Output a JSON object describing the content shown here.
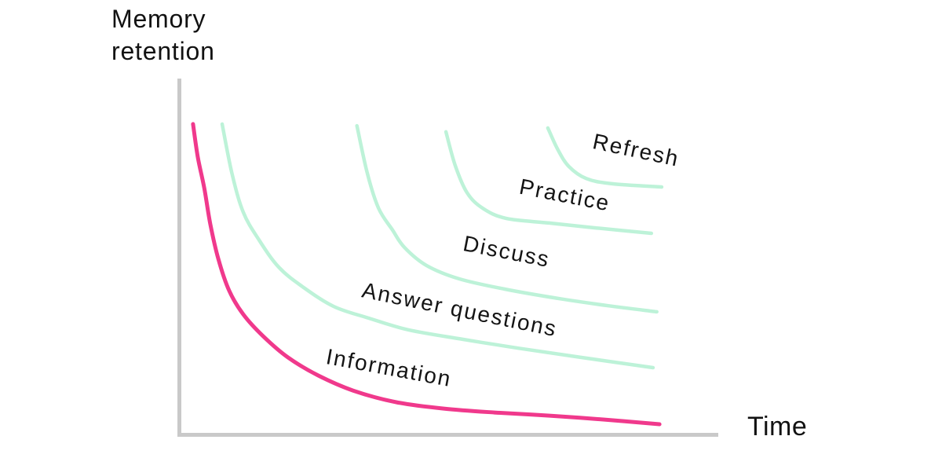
{
  "chart_data": {
    "type": "line",
    "title": "",
    "xlabel": "Time",
    "ylabel": "Memory retention",
    "xlim": [
      0,
      100
    ],
    "ylim": [
      0,
      100
    ],
    "grid": false,
    "legend_position": "none",
    "axis_color": "#c9c9c9",
    "label_color": "#141414",
    "background_color": "#ffffff",
    "series": [
      {
        "name": "Refresh",
        "color": "#bdf2d8",
        "stroke_width": 4.5,
        "points": [
          [
            68.4,
            86.7
          ],
          [
            70.2,
            80.7
          ],
          [
            72.3,
            75.8
          ],
          [
            75.5,
            72.4
          ],
          [
            80.3,
            70.9
          ],
          [
            89.5,
            70.0
          ]
        ],
        "label": "Refresh",
        "label_pos": [
          84.7,
          80.0
        ],
        "label_angle": 12
      },
      {
        "name": "Practice",
        "color": "#bdf2d8",
        "stroke_width": 4.5,
        "points": [
          [
            49.5,
            85.6
          ],
          [
            51.2,
            76.2
          ],
          [
            53.4,
            68.4
          ],
          [
            56.3,
            64.0
          ],
          [
            60.7,
            61.1
          ],
          [
            68.7,
            59.8
          ],
          [
            77.4,
            58.4
          ],
          [
            87.6,
            56.9
          ]
        ],
        "label": "Practice",
        "label_pos": [
          71.5,
          67.3
        ],
        "label_angle": 11
      },
      {
        "name": "Discuss",
        "color": "#bdf2d8",
        "stroke_width": 4.5,
        "points": [
          [
            33.0,
            87.3
          ],
          [
            34.9,
            74.0
          ],
          [
            37.0,
            64.0
          ],
          [
            39.6,
            57.8
          ],
          [
            41.8,
            52.9
          ],
          [
            45.9,
            47.8
          ],
          [
            52.0,
            44.0
          ],
          [
            60.4,
            41.1
          ],
          [
            70.6,
            38.4
          ],
          [
            79.6,
            36.4
          ],
          [
            88.6,
            34.7
          ]
        ],
        "label": "Discuss",
        "label_pos": [
          60.7,
          51.3
        ],
        "label_angle": 11
      },
      {
        "name": "Answer questions",
        "color": "#bdf2d8",
        "stroke_width": 4.5,
        "points": [
          [
            8.0,
            87.8
          ],
          [
            9.8,
            74.0
          ],
          [
            11.9,
            62.9
          ],
          [
            14.8,
            55.1
          ],
          [
            18.5,
            47.3
          ],
          [
            22.9,
            41.8
          ],
          [
            28.7,
            36.2
          ],
          [
            35.2,
            32.9
          ],
          [
            42.5,
            29.6
          ],
          [
            52.7,
            26.9
          ],
          [
            62.9,
            24.4
          ],
          [
            74.5,
            21.8
          ],
          [
            87.9,
            18.9
          ]
        ],
        "label": "Answer questions",
        "label_pos": [
          52.0,
          34.9
        ],
        "label_angle": 11.5
      },
      {
        "name": "Information",
        "color": "#f0398c",
        "stroke_width": 5,
        "points": [
          [
            2.6,
            87.8
          ],
          [
            3.5,
            78.4
          ],
          [
            4.7,
            69.6
          ],
          [
            5.8,
            59.6
          ],
          [
            7.3,
            49.6
          ],
          [
            9.3,
            40.7
          ],
          [
            11.9,
            34.0
          ],
          [
            15.6,
            27.8
          ],
          [
            20.2,
            21.8
          ],
          [
            25.8,
            16.7
          ],
          [
            32.3,
            12.4
          ],
          [
            40.3,
            9.1
          ],
          [
            49.1,
            7.3
          ],
          [
            58.5,
            6.2
          ],
          [
            68.7,
            5.3
          ],
          [
            78.9,
            4.2
          ],
          [
            89.1,
            2.9
          ]
        ],
        "label": "Information",
        "label_pos": [
          38.9,
          18.4
        ],
        "label_angle": 10.5
      }
    ]
  }
}
